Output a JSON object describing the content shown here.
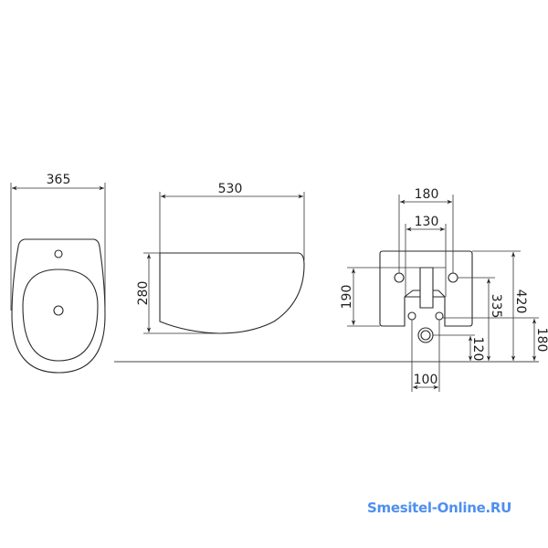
{
  "dimensions": {
    "top_width": "365",
    "side_length": "530",
    "side_height": "280",
    "back_bolt_spacing": "180",
    "back_inner_width": "130",
    "back_body_height": "190",
    "bolt_height": "335",
    "total_height": "420",
    "inlet_height": "180",
    "outlet_height": "120",
    "inlet_spacing": "100"
  },
  "watermark": {
    "text": "Smesitel-Online.RU",
    "color": "#4f8ff0"
  }
}
